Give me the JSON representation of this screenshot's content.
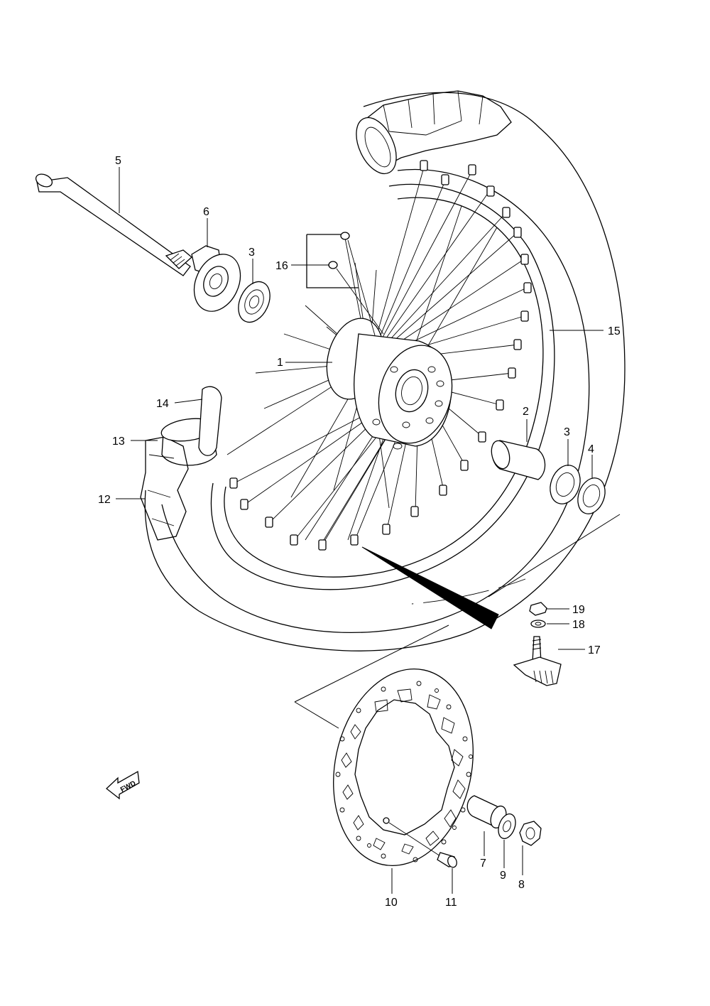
{
  "callouts": {
    "c1": "1",
    "c2": "2",
    "c3a": "3",
    "c3b": "3",
    "c4": "4",
    "c5": "5",
    "c6": "6",
    "c7": "7",
    "c8": "8",
    "c9": "9",
    "c10": "10",
    "c11": "11",
    "c12": "12",
    "c13": "13",
    "c14": "14",
    "c15": "15",
    "c16": "16",
    "c17": "17",
    "c18": "18",
    "c19": "19"
  },
  "direction_badge": {
    "label": "FWD",
    "icon": "fwd-arrow-icon"
  },
  "colors": {
    "line": "#000000",
    "background": "#ffffff"
  }
}
